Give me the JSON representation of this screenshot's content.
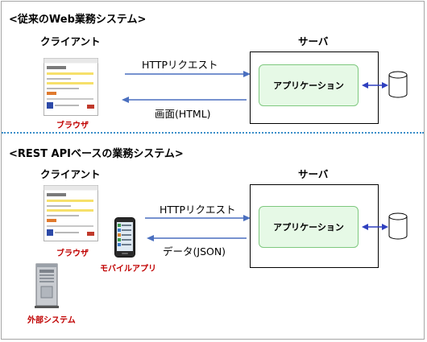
{
  "section1": {
    "title": "<従来のWeb業務システム>",
    "client_heading": "クライアント",
    "server_heading": "サーバ",
    "browser_caption": "ブラウザ",
    "request_label": "HTTPリクエスト",
    "response_label": "画面(HTML)",
    "app_label": "アプリケーション"
  },
  "section2": {
    "title": "<REST APIベースの業務システム>",
    "client_heading": "クライアント",
    "server_heading": "サーバ",
    "browser_caption": "ブラウザ",
    "mobile_caption": "モバイルアプリ",
    "external_caption": "外部システム",
    "request_label": "HTTPリクエスト",
    "response_label": "データ(JSON)",
    "app_label": "アプリケーション"
  },
  "colors": {
    "arrow": "#4a6fbf",
    "db_arrow": "#2e3fbf",
    "divider": "#3b8fc9",
    "caption_red": "#c00000",
    "app_fill": "#e6f9e6",
    "app_border": "#7ec87e"
  }
}
